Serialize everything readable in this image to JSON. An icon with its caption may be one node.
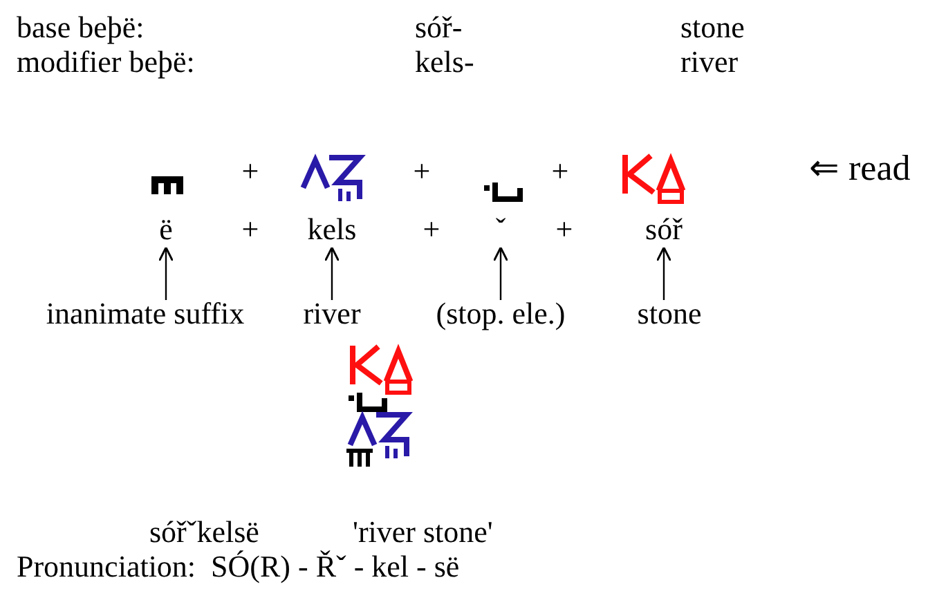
{
  "diagram": {
    "nodes": [
      {
        "text": [
          "ë"
        ]
      },
      {
        "text": [
          "kels"
        ]
      },
      {
        "text": [
          "ˇ"
        ]
      },
      {
        "text": [
          "sóř"
        ]
      },
      {
        "text": [
          "inanimate suffix"
        ]
      },
      {
        "text": [
          "river"
        ]
      },
      {
        "text": [
          "(stop. ele.)"
        ]
      },
      {
        "text": [
          "stone"
        ]
      }
    ],
    "edges": [
      {
        "from": 4,
        "to": 0,
        "arrow": "to"
      },
      {
        "from": 5,
        "to": 1,
        "arrow": "to"
      },
      {
        "from": 6,
        "to": 2,
        "arrow": "to"
      },
      {
        "from": 7,
        "to": 3,
        "arrow": "to"
      }
    ],
    "labels": [
      "base beþë:",
      "sóř-",
      "stone",
      "modifier beþë:",
      "kels-",
      "river",
      "+",
      "+",
      "+",
      "⇐ read",
      "+",
      "+",
      "+",
      "sóřˇkelsë",
      "'river stone'",
      "Pronunciation:  SÓ(R) - Řˇ - kel - së"
    ]
  }
}
